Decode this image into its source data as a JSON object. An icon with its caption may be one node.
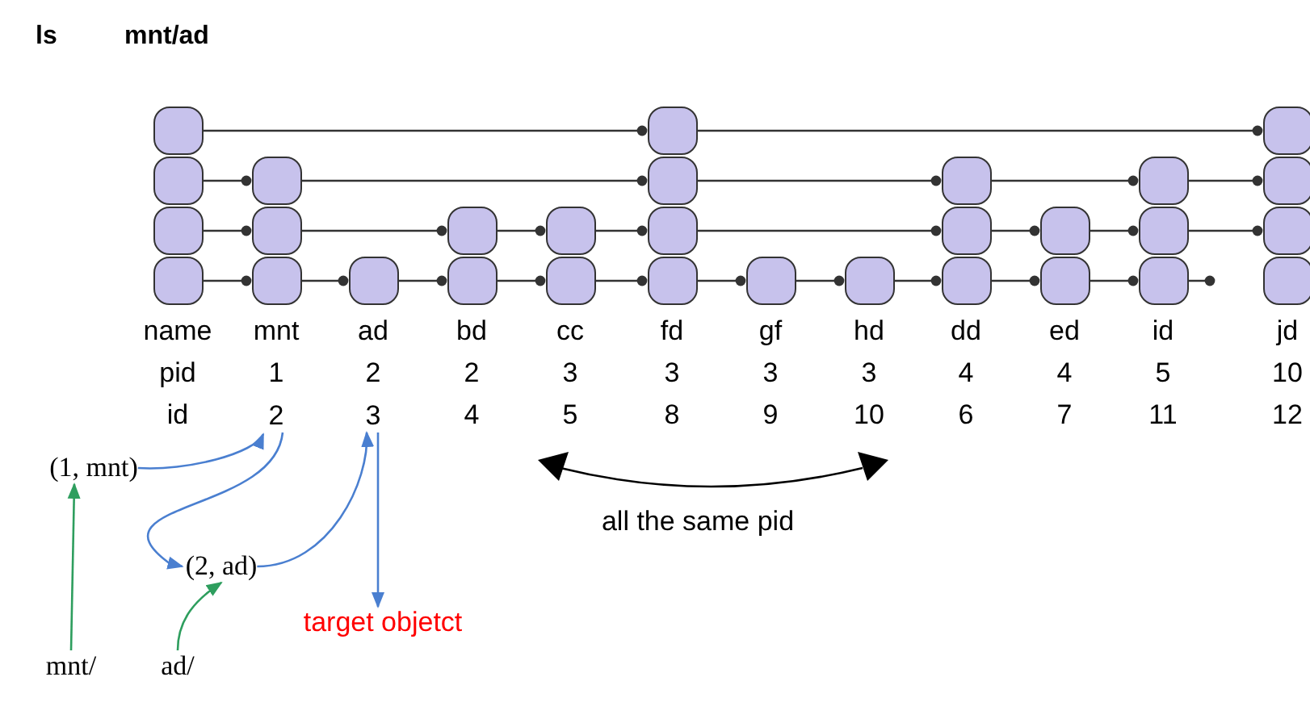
{
  "diagram": {
    "nodes": [
      {
        "text": [],
        "shape": "box"
      },
      {
        "text": [],
        "shape": "box"
      },
      {
        "text": [],
        "shape": "box"
      },
      {
        "text": [],
        "shape": "box"
      },
      {
        "text": [],
        "shape": "box"
      },
      {
        "text": [],
        "shape": "box"
      },
      {
        "text": [],
        "shape": "box"
      },
      {
        "text": [],
        "shape": "box"
      },
      {
        "text": [],
        "shape": "box"
      },
      {
        "text": [],
        "shape": "box"
      },
      {
        "text": [],
        "shape": "box"
      },
      {
        "text": [],
        "shape": "box"
      },
      {
        "text": [],
        "shape": "box"
      },
      {
        "text": [],
        "shape": "box"
      },
      {
        "text": [],
        "shape": "box"
      },
      {
        "text": [],
        "shape": "box"
      },
      {
        "text": [],
        "shape": "box"
      },
      {
        "text": [],
        "shape": "box"
      },
      {
        "text": [],
        "shape": "box"
      },
      {
        "text": [],
        "shape": "box"
      },
      {
        "text": [],
        "shape": "box"
      },
      {
        "text": [],
        "shape": "box"
      },
      {
        "text": [],
        "shape": "box"
      },
      {
        "text": [],
        "shape": "box"
      },
      {
        "text": [],
        "shape": "box"
      },
      {
        "text": [],
        "shape": "box"
      },
      {
        "text": [],
        "shape": "box"
      },
      {
        "text": [],
        "shape": "box"
      },
      {
        "text": [],
        "shape": "box"
      },
      {
        "text": [],
        "shape": "box"
      },
      {
        "text": [
          "2"
        ]
      },
      {
        "text": [
          "3"
        ]
      },
      {
        "text": [
          "(1, mnt)"
        ]
      },
      {
        "text": [
          "(2, ad)"
        ]
      },
      {
        "text": [
          "target objetct"
        ]
      },
      {
        "text": [
          "mnt/"
        ]
      },
      {
        "text": [
          "ad/"
        ]
      }
    ],
    "edges": [
      {
        "from": 0,
        "to": 12,
        "arrow": "other"
      },
      {
        "from": 12,
        "to": 26,
        "arrow": "other"
      },
      {
        "from": 1,
        "to": 4,
        "arrow": "other"
      },
      {
        "from": 4,
        "to": 13,
        "arrow": "other"
      },
      {
        "from": 13,
        "to": 18,
        "arrow": "other"
      },
      {
        "from": 18,
        "to": 23,
        "arrow": "other"
      },
      {
        "from": 23,
        "to": 27,
        "arrow": "other"
      },
      {
        "from": 2,
        "to": 5,
        "arrow": "other"
      },
      {
        "from": 5,
        "to": 8,
        "arrow": "other"
      },
      {
        "from": 8,
        "to": 10,
        "arrow": "other"
      },
      {
        "from": 10,
        "to": 14,
        "arrow": "other"
      },
      {
        "from": 14,
        "to": 19,
        "arrow": "other"
      },
      {
        "from": 19,
        "to": 21,
        "arrow": "other"
      },
      {
        "from": 21,
        "to": 24,
        "arrow": "other"
      },
      {
        "from": 24,
        "to": 28,
        "arrow": "other"
      },
      {
        "from": 3,
        "to": 6,
        "arrow": "other"
      },
      {
        "from": 6,
        "to": 7,
        "arrow": "other"
      },
      {
        "from": 7,
        "to": 9,
        "arrow": "other"
      },
      {
        "from": 9,
        "to": 11,
        "arrow": "other"
      },
      {
        "from": 11,
        "to": 15,
        "arrow": "other"
      },
      {
        "from": 15,
        "to": 16,
        "arrow": "other"
      },
      {
        "from": 16,
        "to": 17,
        "arrow": "other"
      },
      {
        "from": 17,
        "to": 20,
        "arrow": "other"
      },
      {
        "from": 20,
        "to": 22,
        "arrow": "other"
      },
      {
        "from": 22,
        "to": 25,
        "arrow": "other"
      },
      {
        "from": 25,
        "to": null,
        "arrow": "other"
      },
      {
        "from": 32,
        "to": 30,
        "arrow": "to",
        "color": "#4a7fd0"
      },
      {
        "from": 30,
        "to": 33,
        "arrow": "to",
        "color": "#4a7fd0"
      },
      {
        "from": 33,
        "to": 31,
        "arrow": "to",
        "color": "#4a7fd0"
      },
      {
        "from": 31,
        "to": 34,
        "arrow": "to",
        "color": "#4a7fd0"
      },
      {
        "from": 35,
        "to": 32,
        "arrow": "to",
        "color": "#2e9e5e"
      },
      {
        "from": 36,
        "to": 33,
        "arrow": "to",
        "color": "#2e9e5e"
      }
    ],
    "labels": [
      "ls",
      "mnt/ad",
      "name",
      "mnt",
      "ad",
      "bd",
      "cc",
      "fd",
      "gf",
      "hd",
      "dd",
      "ed",
      "id",
      "jd",
      "pid",
      "1",
      "2",
      "2",
      "3",
      "3",
      "3",
      "3",
      "4",
      "4",
      "5",
      "10",
      "id",
      "4",
      "5",
      "8",
      "9",
      "10",
      "6",
      "7",
      "11",
      "12",
      "all the same pid"
    ]
  }
}
